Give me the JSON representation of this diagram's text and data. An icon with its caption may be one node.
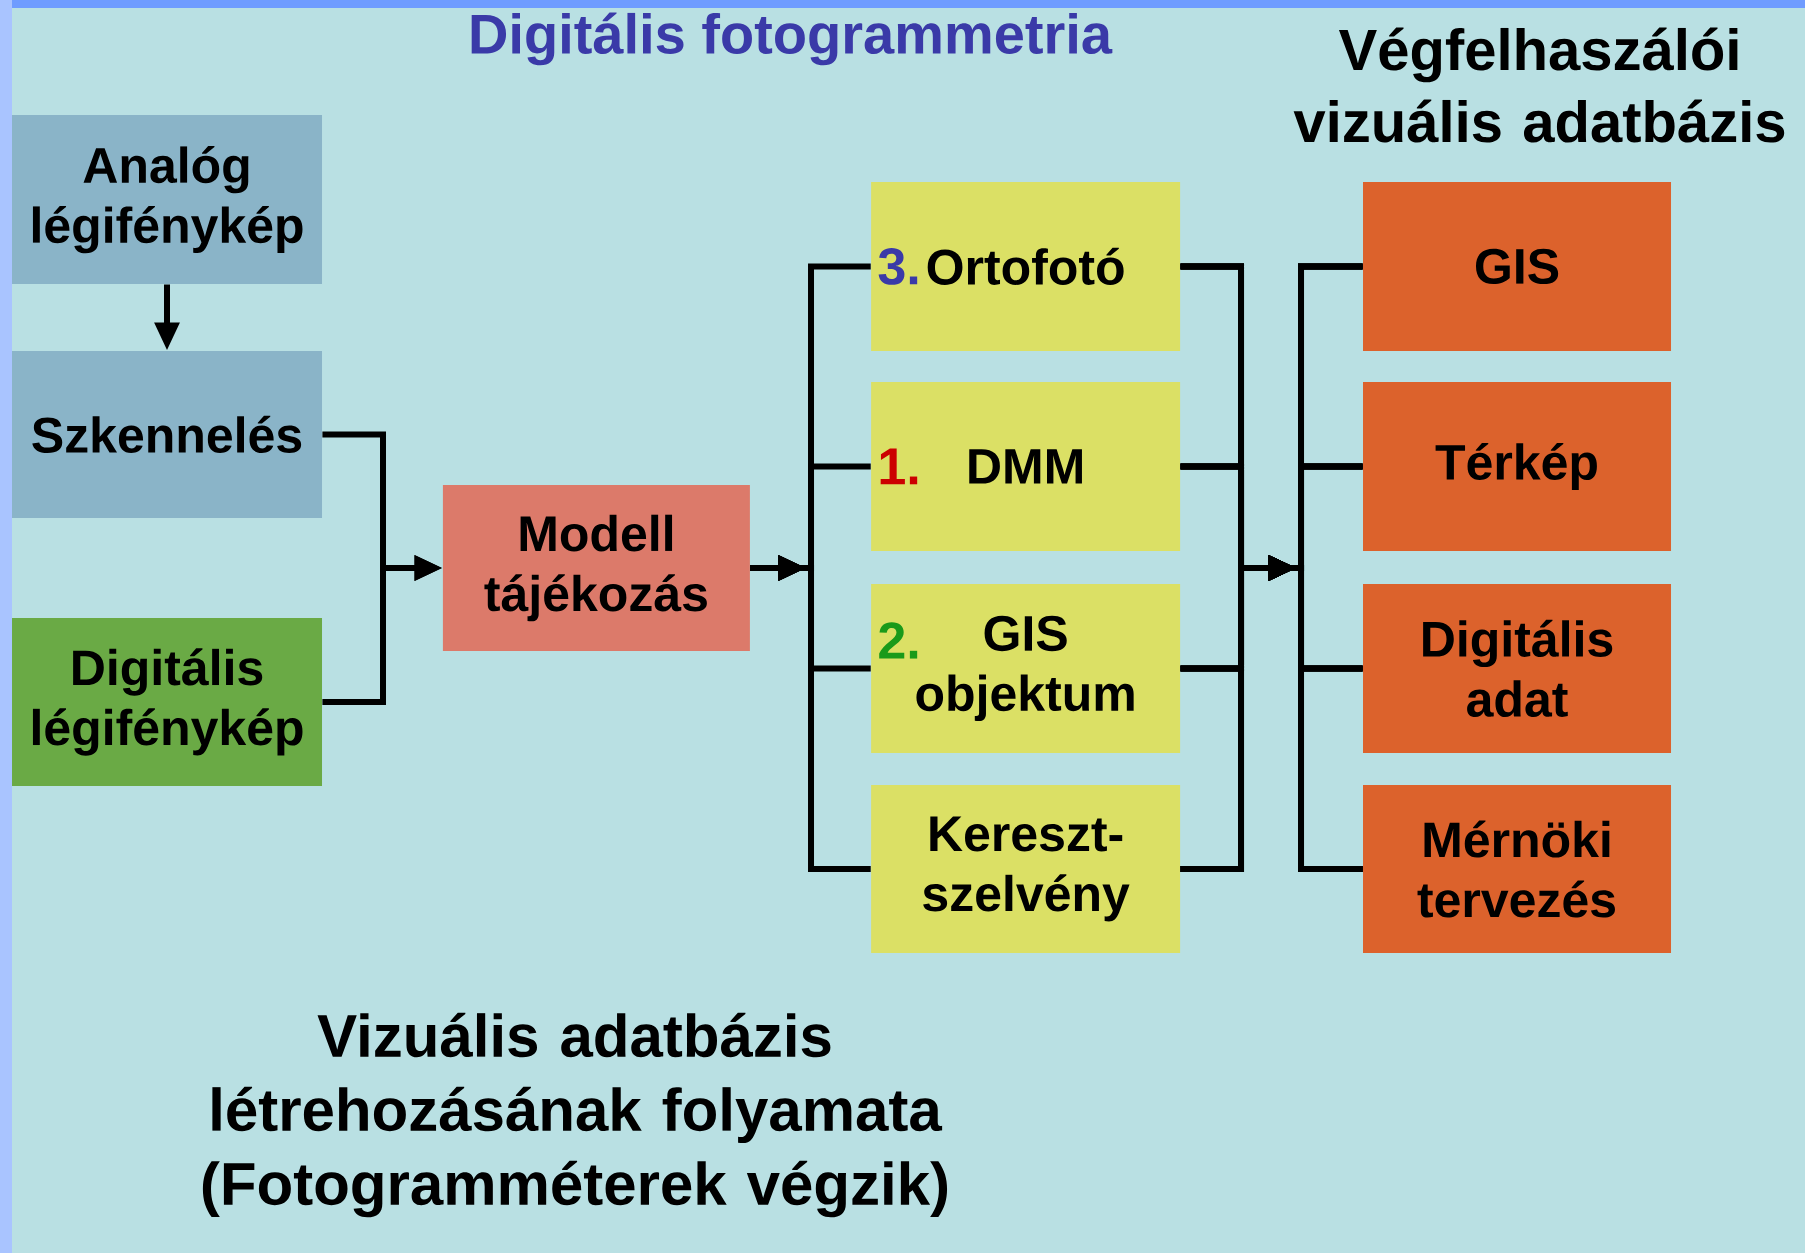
{
  "diagram": {
    "title": "Digitális fotogrammetria",
    "caption": "Vizuális adatbázis létrehozásának folyamata (Fotogramméterek végzik)",
    "nodes": [
      {
        "text": [
          "Analóg légifénykép"
        ]
      },
      {
        "text": [
          "Szkennelés"
        ]
      },
      {
        "text": [
          "Digitális légifénykép"
        ]
      },
      {
        "text": [
          "Modell tájékozás"
        ]
      },
      {
        "text": [
          "3.",
          "Ortofotó"
        ]
      },
      {
        "text": [
          "1.",
          "DMM"
        ]
      },
      {
        "text": [
          "2.",
          "GIS objektum"
        ]
      },
      {
        "text": [
          "Kereszt- szelvény"
        ]
      },
      {
        "text": [
          "GIS"
        ]
      },
      {
        "text": [
          "Térkép"
        ]
      },
      {
        "text": [
          "Digitális adat"
        ]
      },
      {
        "text": [
          "Mérnöki tervezés"
        ]
      }
    ],
    "edges": [
      {
        "from": 0,
        "to": 1,
        "arrow": "to"
      },
      {
        "from": 1,
        "to": 3,
        "arrow": "to"
      },
      {
        "from": 2,
        "to": 3,
        "arrow": "to"
      },
      {
        "from": 3,
        "to": 4,
        "arrow": "to"
      },
      {
        "from": 3,
        "to": 5,
        "arrow": "to"
      },
      {
        "from": 3,
        "to": 6,
        "arrow": "to"
      },
      {
        "from": 3,
        "to": 7,
        "arrow": "to"
      },
      {
        "from": 4,
        "to": 8,
        "arrow": "to"
      },
      {
        "from": 4,
        "to": 9,
        "arrow": "to"
      },
      {
        "from": 4,
        "to": 10,
        "arrow": "to"
      },
      {
        "from": 4,
        "to": 11,
        "arrow": "to"
      },
      {
        "from": 5,
        "to": 8,
        "arrow": "to"
      },
      {
        "from": 5,
        "to": 9,
        "arrow": "to"
      },
      {
        "from": 5,
        "to": 10,
        "arrow": "to"
      },
      {
        "from": 5,
        "to": 11,
        "arrow": "to"
      },
      {
        "from": 6,
        "to": 8,
        "arrow": "to"
      },
      {
        "from": 6,
        "to": 9,
        "arrow": "to"
      },
      {
        "from": 6,
        "to": 10,
        "arrow": "to"
      },
      {
        "from": 6,
        "to": 11,
        "arrow": "to"
      },
      {
        "from": 7,
        "to": 8,
        "arrow": "to"
      },
      {
        "from": 7,
        "to": 9,
        "arrow": "to"
      },
      {
        "from": 7,
        "to": 10,
        "arrow": "to"
      },
      {
        "from": 7,
        "to": 11,
        "arrow": "to"
      }
    ],
    "labels": [
      "Végfelhaszálói vizuális adatbázis"
    ]
  }
}
